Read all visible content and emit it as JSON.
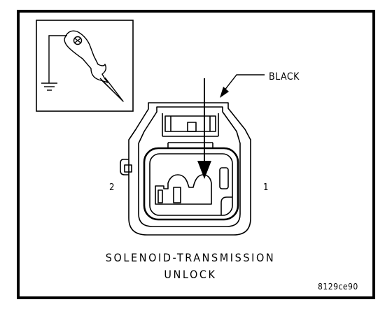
{
  "labels": {
    "wire_color": "BLACK",
    "pin_left": "2",
    "pin_right": "1",
    "title_line1": "SOLENOID-TRANSMISSION",
    "title_line2": "UNLOCK",
    "figure_code": "8129ce90"
  },
  "icons": {
    "probe": "test-probe-icon",
    "ground": "ground-symbol-icon"
  },
  "colors": {
    "ink": "#000000",
    "paper": "#ffffff"
  }
}
